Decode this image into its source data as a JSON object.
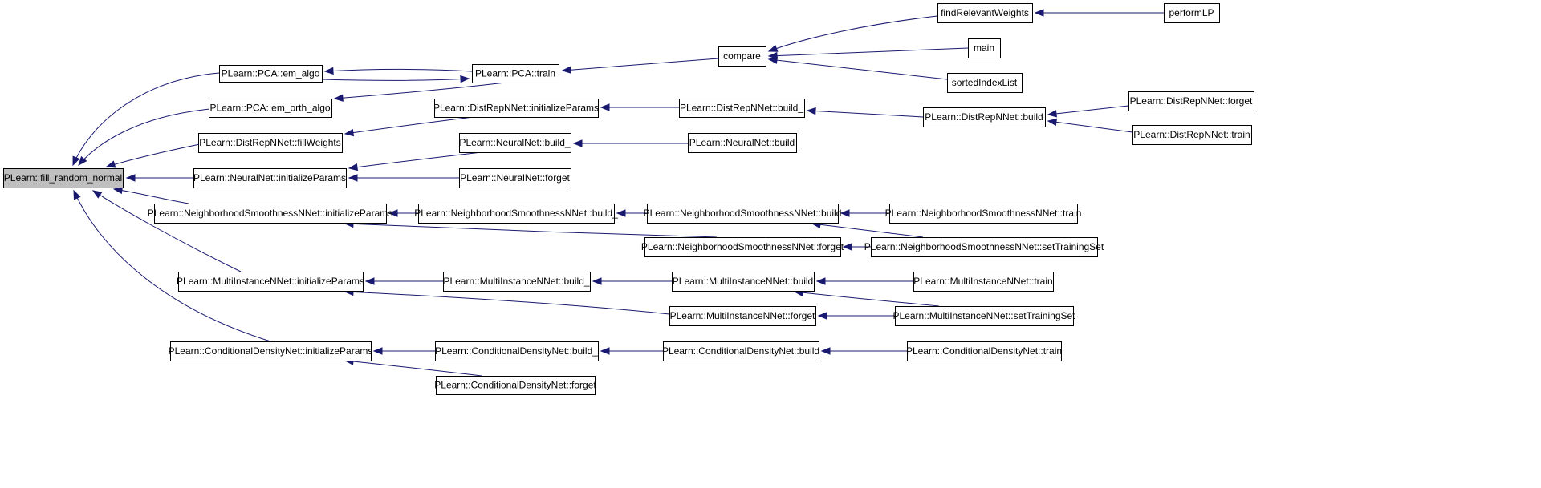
{
  "diagram": {
    "colors": {
      "edge": "#191970",
      "root_fill": "#bfbfbf",
      "node_fill": "#ffffff",
      "border": "#000000"
    },
    "root": "fill_random_normal",
    "nodes": [
      {
        "id": "fill_random_normal",
        "label": "PLearn::fill_random_normal"
      },
      {
        "id": "pca_em_algo",
        "label": "PLearn::PCA::em_algo"
      },
      {
        "id": "pca_em_orth_algo",
        "label": "PLearn::PCA::em_orth_algo"
      },
      {
        "id": "distrep_fillweights",
        "label": "PLearn::DistRepNNet::fillWeights"
      },
      {
        "id": "neuralnet_initparams",
        "label": "PLearn::NeuralNet::initializeParams"
      },
      {
        "id": "nsnnet_initparams",
        "label": "PLearn::NeighborhoodSmoothnessNNet::initializeParams"
      },
      {
        "id": "minnet_initparams",
        "label": "PLearn::MultiInstanceNNet::initializeParams"
      },
      {
        "id": "cdn_initparams",
        "label": "PLearn::ConditionalDensityNet::initializeParams"
      },
      {
        "id": "pca_train",
        "label": "PLearn::PCA::train"
      },
      {
        "id": "distrep_initparams",
        "label": "PLearn::DistRepNNet::initializeParams"
      },
      {
        "id": "neuralnet_build_",
        "label": "PLearn::NeuralNet::build_"
      },
      {
        "id": "neuralnet_forget",
        "label": "PLearn::NeuralNet::forget"
      },
      {
        "id": "nsnnet_build_",
        "label": "PLearn::NeighborhoodSmoothnessNNet::build_"
      },
      {
        "id": "minnet_build_",
        "label": "PLearn::MultiInstanceNNet::build_"
      },
      {
        "id": "cdn_build_",
        "label": "PLearn::ConditionalDensityNet::build_"
      },
      {
        "id": "cdn_forget",
        "label": "PLearn::ConditionalDensityNet::forget"
      },
      {
        "id": "compare",
        "label": "compare"
      },
      {
        "id": "distrep_build_",
        "label": "PLearn::DistRepNNet::build_"
      },
      {
        "id": "neuralnet_build",
        "label": "PLearn::NeuralNet::build"
      },
      {
        "id": "nsnnet_build",
        "label": "PLearn::NeighborhoodSmoothnessNNet::build"
      },
      {
        "id": "nsnnet_forget",
        "label": "PLearn::NeighborhoodSmoothnessNNet::forget"
      },
      {
        "id": "minnet_build",
        "label": "PLearn::MultiInstanceNNet::build"
      },
      {
        "id": "minnet_forget",
        "label": "PLearn::MultiInstanceNNet::forget"
      },
      {
        "id": "cdn_build",
        "label": "PLearn::ConditionalDensityNet::build"
      },
      {
        "id": "findrelevantweights",
        "label": "findRelevantWeights"
      },
      {
        "id": "main",
        "label": "main"
      },
      {
        "id": "sortedindexlist",
        "label": "sortedIndexList"
      },
      {
        "id": "distrep_build",
        "label": "PLearn::DistRepNNet::build"
      },
      {
        "id": "nsnnet_train",
        "label": "PLearn::NeighborhoodSmoothnessNNet::train"
      },
      {
        "id": "nsnnet_settrainingset",
        "label": "PLearn::NeighborhoodSmoothnessNNet::setTrainingSet"
      },
      {
        "id": "minnet_train",
        "label": "PLearn::MultiInstanceNNet::train"
      },
      {
        "id": "minnet_settrainingset",
        "label": "PLearn::MultiInstanceNNet::setTrainingSet"
      },
      {
        "id": "cdn_train",
        "label": "PLearn::ConditionalDensityNet::train"
      },
      {
        "id": "performlp",
        "label": "performLP"
      },
      {
        "id": "distrep_forget",
        "label": "PLearn::DistRepNNet::forget"
      },
      {
        "id": "distrep_train",
        "label": "PLearn::DistRepNNet::train"
      }
    ],
    "edges": [
      {
        "from": "pca_em_algo",
        "to": "fill_random_normal"
      },
      {
        "from": "pca_em_orth_algo",
        "to": "fill_random_normal"
      },
      {
        "from": "distrep_fillweights",
        "to": "fill_random_normal"
      },
      {
        "from": "neuralnet_initparams",
        "to": "fill_random_normal"
      },
      {
        "from": "nsnnet_initparams",
        "to": "fill_random_normal"
      },
      {
        "from": "minnet_initparams",
        "to": "fill_random_normal"
      },
      {
        "from": "cdn_initparams",
        "to": "fill_random_normal"
      },
      {
        "from": "pca_train",
        "to": "pca_em_algo"
      },
      {
        "from": "pca_em_algo",
        "to": "pca_train"
      },
      {
        "from": "pca_train",
        "to": "pca_em_orth_algo"
      },
      {
        "from": "compare",
        "to": "pca_train"
      },
      {
        "from": "distrep_initparams",
        "to": "distrep_fillweights"
      },
      {
        "from": "neuralnet_build_",
        "to": "neuralnet_initparams"
      },
      {
        "from": "neuralnet_forget",
        "to": "neuralnet_initparams"
      },
      {
        "from": "nsnnet_build_",
        "to": "nsnnet_initparams"
      },
      {
        "from": "nsnnet_forget",
        "to": "nsnnet_initparams"
      },
      {
        "from": "minnet_build_",
        "to": "minnet_initparams"
      },
      {
        "from": "minnet_forget",
        "to": "minnet_initparams"
      },
      {
        "from": "cdn_build_",
        "to": "cdn_initparams"
      },
      {
        "from": "cdn_forget",
        "to": "cdn_initparams"
      },
      {
        "from": "findrelevantweights",
        "to": "compare"
      },
      {
        "from": "main",
        "to": "compare"
      },
      {
        "from": "sortedindexlist",
        "to": "compare"
      },
      {
        "from": "performlp",
        "to": "findrelevantweights"
      },
      {
        "from": "distrep_build_",
        "to": "distrep_initparams"
      },
      {
        "from": "distrep_build",
        "to": "distrep_build_"
      },
      {
        "from": "distrep_forget",
        "to": "distrep_build"
      },
      {
        "from": "distrep_train",
        "to": "distrep_build"
      },
      {
        "from": "neuralnet_build",
        "to": "neuralnet_build_"
      },
      {
        "from": "nsnnet_build",
        "to": "nsnnet_build_"
      },
      {
        "from": "nsnnet_train",
        "to": "nsnnet_build"
      },
      {
        "from": "nsnnet_settrainingset",
        "to": "nsnnet_build"
      },
      {
        "from": "nsnnet_settrainingset",
        "to": "nsnnet_forget"
      },
      {
        "from": "minnet_build",
        "to": "minnet_build_"
      },
      {
        "from": "minnet_train",
        "to": "minnet_build"
      },
      {
        "from": "minnet_settrainingset",
        "to": "minnet_build"
      },
      {
        "from": "minnet_settrainingset",
        "to": "minnet_forget"
      },
      {
        "from": "cdn_build",
        "to": "cdn_build_"
      },
      {
        "from": "cdn_train",
        "to": "cdn_build"
      }
    ]
  }
}
